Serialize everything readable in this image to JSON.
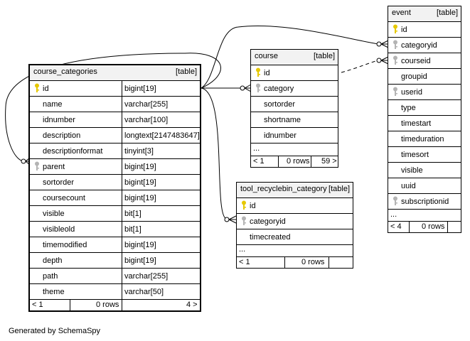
{
  "colors": {
    "primary_key": "#e6c800",
    "foreign_key": "#b4b4b4",
    "header_bg": "#f2f2f2"
  },
  "course_categories": {
    "name": "course_categories",
    "type": "[table]",
    "rows": [
      {
        "name": "id",
        "dtype": "bigint[19]",
        "key": "primary-key-icon"
      },
      {
        "name": "name",
        "dtype": "varchar[255]",
        "key": ""
      },
      {
        "name": "idnumber",
        "dtype": "varchar[100]",
        "key": ""
      },
      {
        "name": "description",
        "dtype": "longtext[2147483647]",
        "key": ""
      },
      {
        "name": "descriptionformat",
        "dtype": "tinyint[3]",
        "key": ""
      },
      {
        "name": "parent",
        "dtype": "bigint[19]",
        "key": "foreign-key-icon"
      },
      {
        "name": "sortorder",
        "dtype": "bigint[19]",
        "key": ""
      },
      {
        "name": "coursecount",
        "dtype": "bigint[19]",
        "key": ""
      },
      {
        "name": "visible",
        "dtype": "bit[1]",
        "key": ""
      },
      {
        "name": "visibleold",
        "dtype": "bit[1]",
        "key": ""
      },
      {
        "name": "timemodified",
        "dtype": "bigint[19]",
        "key": ""
      },
      {
        "name": "depth",
        "dtype": "bigint[19]",
        "key": ""
      },
      {
        "name": "path",
        "dtype": "varchar[255]",
        "key": ""
      },
      {
        "name": "theme",
        "dtype": "varchar[50]",
        "key": ""
      }
    ],
    "footer": {
      "left": "< 1",
      "rows": "0 rows",
      "right": "4 >"
    }
  },
  "course": {
    "name": "course",
    "type": "[table]",
    "rows": [
      {
        "name": "id",
        "key": "primary-key-icon"
      },
      {
        "name": "category",
        "key": "foreign-key-icon"
      },
      {
        "name": "sortorder",
        "key": ""
      },
      {
        "name": "shortname",
        "key": ""
      },
      {
        "name": "idnumber",
        "key": ""
      }
    ],
    "more": "...",
    "footer": {
      "left": "< 1",
      "rows": "0 rows",
      "right": "59 >"
    }
  },
  "tool_recyclebin_category": {
    "name": "tool_recyclebin_category",
    "type": "[table]",
    "rows": [
      {
        "name": "id",
        "key": "primary-key-icon"
      },
      {
        "name": "categoryid",
        "key": "foreign-key-icon"
      },
      {
        "name": "timecreated",
        "key": ""
      }
    ],
    "more": "...",
    "footer": {
      "left": "< 1",
      "rows": "0 rows"
    }
  },
  "event": {
    "name": "event",
    "type": "[table]",
    "rows": [
      {
        "name": "id",
        "key": "primary-key-icon"
      },
      {
        "name": "categoryid",
        "key": "foreign-key-icon"
      },
      {
        "name": "courseid",
        "key": "foreign-key-icon"
      },
      {
        "name": "groupid",
        "key": ""
      },
      {
        "name": "userid",
        "key": "foreign-key-icon"
      },
      {
        "name": "type",
        "key": ""
      },
      {
        "name": "timestart",
        "key": ""
      },
      {
        "name": "timeduration",
        "key": ""
      },
      {
        "name": "timesort",
        "key": ""
      },
      {
        "name": "visible",
        "key": ""
      },
      {
        "name": "uuid",
        "key": ""
      },
      {
        "name": "subscriptionid",
        "key": "foreign-key-icon"
      }
    ],
    "more": "...",
    "footer": {
      "left": "< 4",
      "rows": "0 rows"
    }
  },
  "generated_by": "Generated by SchemaSpy"
}
